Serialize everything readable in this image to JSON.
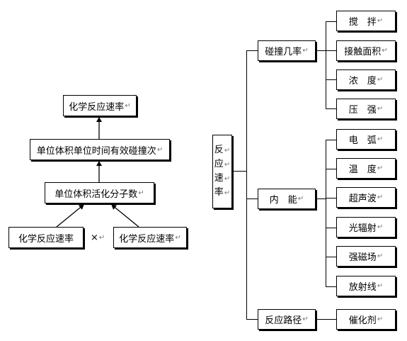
{
  "mark": "↵",
  "left": {
    "top": "化学反应速率",
    "middle": "单位体积单位时间有效碰撞次",
    "lower": "单位体积活化分子数",
    "bottom_left": "化学反应速率",
    "bottom_right": "化学反应速率",
    "operator": "×"
  },
  "right": {
    "root_chars": [
      "反",
      "应",
      "速",
      "率"
    ],
    "branches": [
      {
        "label": "碰撞几率",
        "items": [
          "搅　拌",
          "接触面积",
          "浓　度",
          "压　强"
        ]
      },
      {
        "label": "内　能",
        "items": [
          "电　弧",
          "温　度",
          "超声波",
          "光辐射",
          "强磁场",
          "放射线"
        ]
      },
      {
        "label": "反应路径",
        "items": [
          "催化剂"
        ]
      }
    ]
  }
}
